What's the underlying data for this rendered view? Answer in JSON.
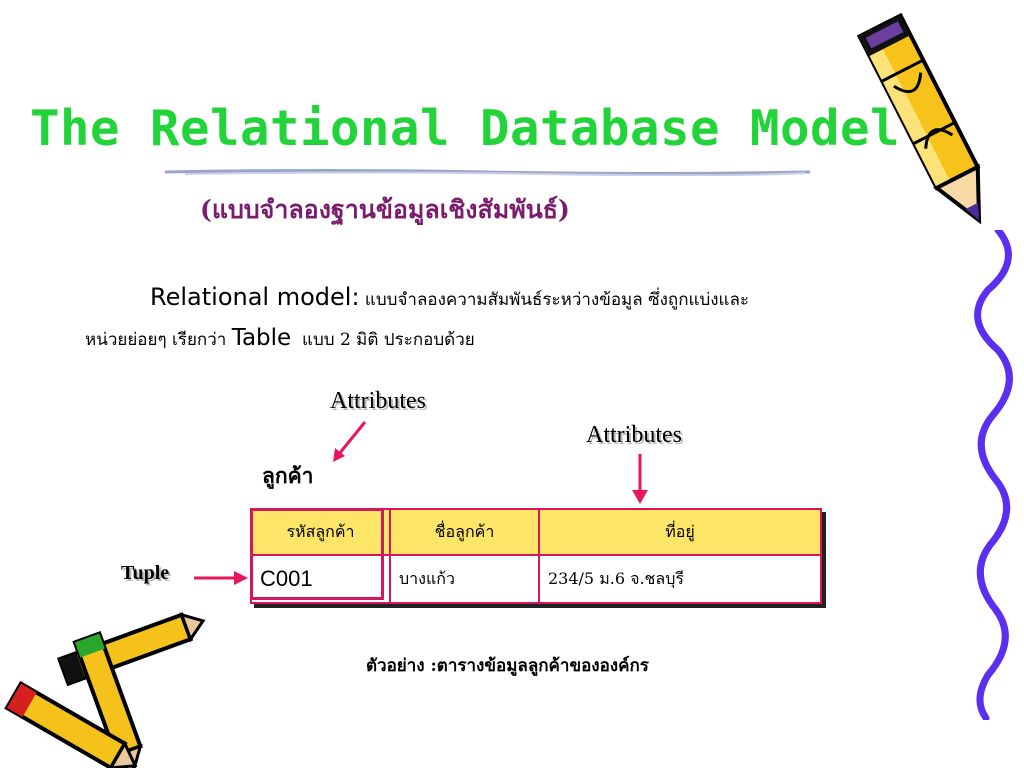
{
  "slide": {
    "title": "The Relational Database Model",
    "subtitle": "(แบบจำลองฐานข้อมูลเชิงสัมพันธ์)",
    "intro": {
      "term": "Relational model:",
      "line1_rest": " แบบจำลองความสัมพันธ์ระหว่างข้อมูล ซึ่งถูกแบ่งและ",
      "line2_a": "หน่วยย่อยๆ เรียกว่า ",
      "line2_term": "Table",
      "line2_b": "  แบบ 2 มิติ ประกอบด้วย"
    },
    "callouts": {
      "attributes_left": "Attributes",
      "attributes_right": "Attributes",
      "tuple": "Tuple"
    },
    "table": {
      "name": "ลูกค้า",
      "headers": [
        "รหัสลูกค้า",
        "ชื่อลูกค้า",
        "ที่อยู่"
      ],
      "rows": [
        [
          "C001",
          "บางแก้ว",
          "234/5 ม.6 จ.ชลบุรี"
        ]
      ]
    },
    "caption": "ตัวอย่าง :ตารางข้อมูลลูกค้าขององค์กร",
    "colors": {
      "title": "#22d33a",
      "subtitle": "#7a1b6e",
      "table_border": "#d6175e",
      "header_fill": "#fde568",
      "arrow": "#e8175d"
    },
    "decorations": [
      "pencil-icon",
      "crayon-icon",
      "squiggle-line"
    ]
  }
}
